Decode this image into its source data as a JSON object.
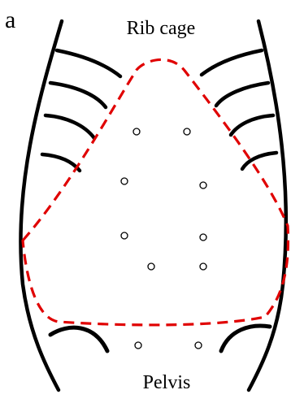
{
  "panel_label": "a",
  "labels": {
    "top": "Rib cage",
    "bottom": "Pelvis"
  },
  "colors": {
    "body_outline": "#000000",
    "region_outline": "#e00000",
    "points": "#000000"
  },
  "point_count": 10
}
